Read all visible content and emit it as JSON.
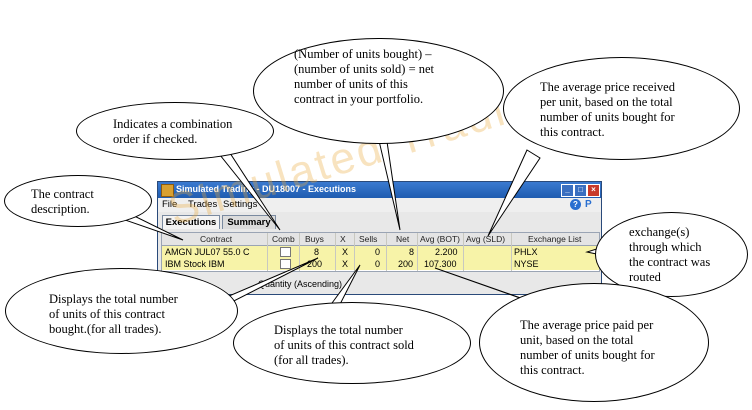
{
  "window": {
    "title": "Simulated Trading - DU18007 - Executions",
    "menu": [
      "File",
      "Trades",
      "Settings"
    ],
    "help_icon": "question-icon",
    "tabs": [
      "Executions",
      "Summary"
    ],
    "columns": [
      "Contract",
      "Comb",
      "Buys",
      "X",
      "Sells",
      "Net",
      "Avg (BOT)",
      "Avg (SLD)",
      "Exchange List"
    ],
    "rows": [
      {
        "contract": "AMGN JUL07 55.0 C",
        "comb": "",
        "buys": "8",
        "x": "X",
        "sells": "0",
        "net": "8",
        "avg_bot": "2.200",
        "avg_sld": "",
        "exchange": "PHLX"
      },
      {
        "contract": "IBM Stock IBM",
        "comb": "",
        "buys": "200",
        "x": "X",
        "sells": "0",
        "net": "200",
        "avg_bot": "107.300",
        "avg_sld": "",
        "exchange": "NYSE"
      }
    ],
    "sort_label": "Quantity (Ascending)",
    "row_color": "#f7f3a8",
    "watermark": "Simulated Trading"
  },
  "callouts": {
    "net": [
      "(Number of units bought) –",
      "(number of units sold) = net",
      "number of units of this",
      "contract in your portfolio."
    ],
    "avg_received": [
      "The average price received",
      "per unit, based on the total",
      "number of units bought for",
      "this contract."
    ],
    "combo": [
      "Indicates a combination",
      "order if checked."
    ],
    "description": [
      "The contract",
      "description."
    ],
    "exchange": [
      "exchange(s)",
      "through which",
      "the contract was",
      "routed"
    ],
    "buys": [
      "Displays the total number",
      "of units of this contract",
      "bought.(for all trades)."
    ],
    "sells": [
      "Displays the total number",
      "of units of this contract sold",
      "(for all trades)."
    ],
    "avg_paid": [
      "The average price paid per",
      "unit, based on the total",
      "number of units bought for",
      "this contract."
    ]
  }
}
